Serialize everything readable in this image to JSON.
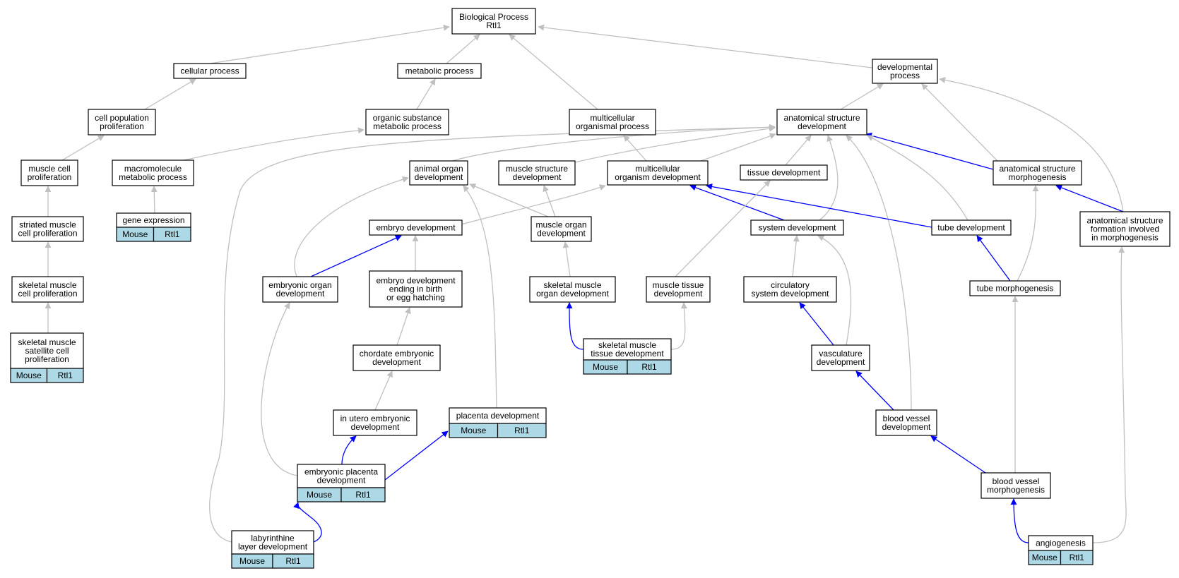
{
  "title": "Biological Process\nRtl1",
  "species_label": "Mouse",
  "gene_label": "Rtl1",
  "colors": {
    "is_a_edge": "#c0c0c0",
    "part_of_edge": "#0000ff",
    "annotation_cell": "#add8e6",
    "node_border": "#000000",
    "background": "#ffffff"
  },
  "nodes": [
    {
      "id": "bp",
      "label": "Biological Process\nRtl1",
      "annotated": false
    },
    {
      "id": "cellular_process",
      "label": "cellular process",
      "annotated": false
    },
    {
      "id": "metabolic_process",
      "label": "metabolic process",
      "annotated": false
    },
    {
      "id": "developmental_process",
      "label": "developmental\nprocess",
      "annotated": false
    },
    {
      "id": "cell_population_proliferation",
      "label": "cell population\nproliferation",
      "annotated": false
    },
    {
      "id": "organic_substance_metabolic_process",
      "label": "organic substance\nmetabolic process",
      "annotated": false
    },
    {
      "id": "multicellular_organismal_process",
      "label": "multicellular\norganismal process",
      "annotated": false
    },
    {
      "id": "anatomical_structure_development",
      "label": "anatomical structure\ndevelopment",
      "annotated": false
    },
    {
      "id": "muscle_cell_proliferation",
      "label": "muscle cell\nproliferation",
      "annotated": false
    },
    {
      "id": "macromolecule_metabolic_process",
      "label": "macromolecule\nmetabolic process",
      "annotated": false
    },
    {
      "id": "animal_organ_development",
      "label": "animal organ\ndevelopment",
      "annotated": false
    },
    {
      "id": "muscle_structure_development",
      "label": "muscle structure\ndevelopment",
      "annotated": false
    },
    {
      "id": "multicellular_organism_development",
      "label": "multicellular\norganism development",
      "annotated": false
    },
    {
      "id": "tissue_development",
      "label": "tissue development",
      "annotated": false
    },
    {
      "id": "anatomical_structure_morphogenesis",
      "label": "anatomical structure\nmorphogenesis",
      "annotated": false
    },
    {
      "id": "striated_muscle_cell_proliferation",
      "label": "striated muscle\ncell proliferation",
      "annotated": false
    },
    {
      "id": "gene_expression",
      "label": "gene expression",
      "annotated": true
    },
    {
      "id": "embryo_development",
      "label": "embryo development",
      "annotated": false
    },
    {
      "id": "muscle_organ_development",
      "label": "muscle organ\ndevelopment",
      "annotated": false
    },
    {
      "id": "system_development",
      "label": "system development",
      "annotated": false
    },
    {
      "id": "tube_development",
      "label": "tube development",
      "annotated": false
    },
    {
      "id": "anatomical_structure_formation",
      "label": "anatomical structure\nformation involved\nin morphogenesis",
      "annotated": false
    },
    {
      "id": "skeletal_muscle_cell_proliferation",
      "label": "skeletal muscle\ncell proliferation",
      "annotated": false
    },
    {
      "id": "embryonic_organ_development",
      "label": "embryonic organ\ndevelopment",
      "annotated": false
    },
    {
      "id": "embryo_development_birth",
      "label": "embryo development\nending in birth\nor egg hatching",
      "annotated": false
    },
    {
      "id": "skeletal_muscle_organ_development",
      "label": "skeletal muscle\norgan development",
      "annotated": false
    },
    {
      "id": "muscle_tissue_development",
      "label": "muscle tissue\ndevelopment",
      "annotated": false
    },
    {
      "id": "circulatory_system_development",
      "label": "circulatory\nsystem development",
      "annotated": false
    },
    {
      "id": "tube_morphogenesis",
      "label": "tube morphogenesis",
      "annotated": false
    },
    {
      "id": "skeletal_muscle_satellite_cell_proliferation",
      "label": "skeletal muscle\nsatellite cell\nproliferation",
      "annotated": true
    },
    {
      "id": "chordate_embryonic_development",
      "label": "chordate embryonic\ndevelopment",
      "annotated": false
    },
    {
      "id": "skeletal_muscle_tissue_development",
      "label": "skeletal muscle\ntissue development",
      "annotated": true
    },
    {
      "id": "vasculature_development",
      "label": "vasculature\ndevelopment",
      "annotated": false
    },
    {
      "id": "in_utero_embryonic_development",
      "label": "in utero embryonic\ndevelopment",
      "annotated": false
    },
    {
      "id": "placenta_development",
      "label": "placenta development",
      "annotated": true
    },
    {
      "id": "blood_vessel_development",
      "label": "blood vessel\ndevelopment",
      "annotated": false
    },
    {
      "id": "embryonic_placenta_development",
      "label": "embryonic placenta\ndevelopment",
      "annotated": true
    },
    {
      "id": "blood_vessel_morphogenesis",
      "label": "blood vessel\nmorphogenesis",
      "annotated": false
    },
    {
      "id": "labyrinthine_layer_development",
      "label": "labyrinthine\nlayer development",
      "annotated": true
    },
    {
      "id": "angiogenesis",
      "label": "angiogenesis",
      "annotated": true
    }
  ],
  "edges": [
    {
      "from": "cellular_process",
      "to": "bp",
      "relation": "is_a"
    },
    {
      "from": "metabolic_process",
      "to": "bp",
      "relation": "is_a"
    },
    {
      "from": "developmental_process",
      "to": "bp",
      "relation": "is_a"
    },
    {
      "from": "multicellular_organismal_process",
      "to": "bp",
      "relation": "is_a"
    },
    {
      "from": "cell_population_proliferation",
      "to": "cellular_process",
      "relation": "is_a"
    },
    {
      "from": "organic_substance_metabolic_process",
      "to": "metabolic_process",
      "relation": "is_a"
    },
    {
      "from": "anatomical_structure_development",
      "to": "developmental_process",
      "relation": "is_a"
    },
    {
      "from": "anatomical_structure_morphogenesis",
      "to": "developmental_process",
      "relation": "is_a"
    },
    {
      "from": "anatomical_structure_formation",
      "to": "developmental_process",
      "relation": "is_a"
    },
    {
      "from": "muscle_cell_proliferation",
      "to": "cell_population_proliferation",
      "relation": "is_a"
    },
    {
      "from": "macromolecule_metabolic_process",
      "to": "organic_substance_metabolic_process",
      "relation": "is_a"
    },
    {
      "from": "animal_organ_development",
      "to": "anatomical_structure_development",
      "relation": "is_a"
    },
    {
      "from": "muscle_structure_development",
      "to": "anatomical_structure_development",
      "relation": "is_a"
    },
    {
      "from": "multicellular_organism_development",
      "to": "anatomical_structure_development",
      "relation": "is_a"
    },
    {
      "from": "multicellular_organism_development",
      "to": "multicellular_organismal_process",
      "relation": "is_a"
    },
    {
      "from": "tissue_development",
      "to": "anatomical_structure_development",
      "relation": "is_a"
    },
    {
      "from": "anatomical_structure_morphogenesis",
      "to": "anatomical_structure_development",
      "relation": "part_of"
    },
    {
      "from": "system_development",
      "to": "anatomical_structure_development",
      "relation": "is_a"
    },
    {
      "from": "tube_development",
      "to": "anatomical_structure_development",
      "relation": "is_a"
    },
    {
      "from": "blood_vessel_development",
      "to": "anatomical_structure_development",
      "relation": "is_a"
    },
    {
      "from": "labyrinthine_layer_development",
      "to": "anatomical_structure_development",
      "relation": "is_a"
    },
    {
      "from": "striated_muscle_cell_proliferation",
      "to": "muscle_cell_proliferation",
      "relation": "is_a"
    },
    {
      "from": "gene_expression",
      "to": "macromolecule_metabolic_process",
      "relation": "is_a"
    },
    {
      "from": "embryo_development",
      "to": "multicellular_organism_development",
      "relation": "is_a"
    },
    {
      "from": "muscle_organ_development",
      "to": "animal_organ_development",
      "relation": "is_a"
    },
    {
      "from": "muscle_organ_development",
      "to": "muscle_structure_development",
      "relation": "is_a"
    },
    {
      "from": "system_development",
      "to": "multicellular_organism_development",
      "relation": "part_of"
    },
    {
      "from": "tube_development",
      "to": "multicellular_organism_development",
      "relation": "part_of"
    },
    {
      "from": "anatomical_structure_formation",
      "to": "anatomical_structure_morphogenesis",
      "relation": "part_of"
    },
    {
      "from": "skeletal_muscle_cell_proliferation",
      "to": "striated_muscle_cell_proliferation",
      "relation": "is_a"
    },
    {
      "from": "embryonic_organ_development",
      "to": "embryo_development",
      "relation": "part_of"
    },
    {
      "from": "embryonic_organ_development",
      "to": "animal_organ_development",
      "relation": "is_a"
    },
    {
      "from": "embryo_development_birth",
      "to": "embryo_development",
      "relation": "is_a"
    },
    {
      "from": "skeletal_muscle_organ_development",
      "to": "muscle_organ_development",
      "relation": "is_a"
    },
    {
      "from": "muscle_tissue_development",
      "to": "tissue_development",
      "relation": "is_a"
    },
    {
      "from": "circulatory_system_development",
      "to": "system_development",
      "relation": "is_a"
    },
    {
      "from": "tube_morphogenesis",
      "to": "tube_development",
      "relation": "part_of"
    },
    {
      "from": "tube_morphogenesis",
      "to": "anatomical_structure_morphogenesis",
      "relation": "is_a"
    },
    {
      "from": "skeletal_muscle_satellite_cell_proliferation",
      "to": "skeletal_muscle_cell_proliferation",
      "relation": "is_a"
    },
    {
      "from": "chordate_embryonic_development",
      "to": "embryo_development_birth",
      "relation": "is_a"
    },
    {
      "from": "skeletal_muscle_tissue_development",
      "to": "skeletal_muscle_organ_development",
      "relation": "part_of"
    },
    {
      "from": "skeletal_muscle_tissue_development",
      "to": "muscle_tissue_development",
      "relation": "is_a"
    },
    {
      "from": "vasculature_development",
      "to": "circulatory_system_development",
      "relation": "part_of"
    },
    {
      "from": "vasculature_development",
      "to": "system_development",
      "relation": "is_a"
    },
    {
      "from": "in_utero_embryonic_development",
      "to": "chordate_embryonic_development",
      "relation": "is_a"
    },
    {
      "from": "placenta_development",
      "to": "animal_organ_development",
      "relation": "is_a"
    },
    {
      "from": "blood_vessel_development",
      "to": "vasculature_development",
      "relation": "part_of"
    },
    {
      "from": "embryonic_placenta_development",
      "to": "in_utero_embryonic_development",
      "relation": "part_of"
    },
    {
      "from": "embryonic_placenta_development",
      "to": "placenta_development",
      "relation": "part_of"
    },
    {
      "from": "embryonic_placenta_development",
      "to": "embryonic_organ_development",
      "relation": "is_a"
    },
    {
      "from": "blood_vessel_morphogenesis",
      "to": "blood_vessel_development",
      "relation": "part_of"
    },
    {
      "from": "blood_vessel_morphogenesis",
      "to": "tube_morphogenesis",
      "relation": "is_a"
    },
    {
      "from": "labyrinthine_layer_development",
      "to": "embryonic_placenta_development",
      "relation": "part_of"
    },
    {
      "from": "angiogenesis",
      "to": "blood_vessel_morphogenesis",
      "relation": "part_of"
    },
    {
      "from": "angiogenesis",
      "to": "anatomical_structure_formation",
      "relation": "is_a"
    }
  ]
}
